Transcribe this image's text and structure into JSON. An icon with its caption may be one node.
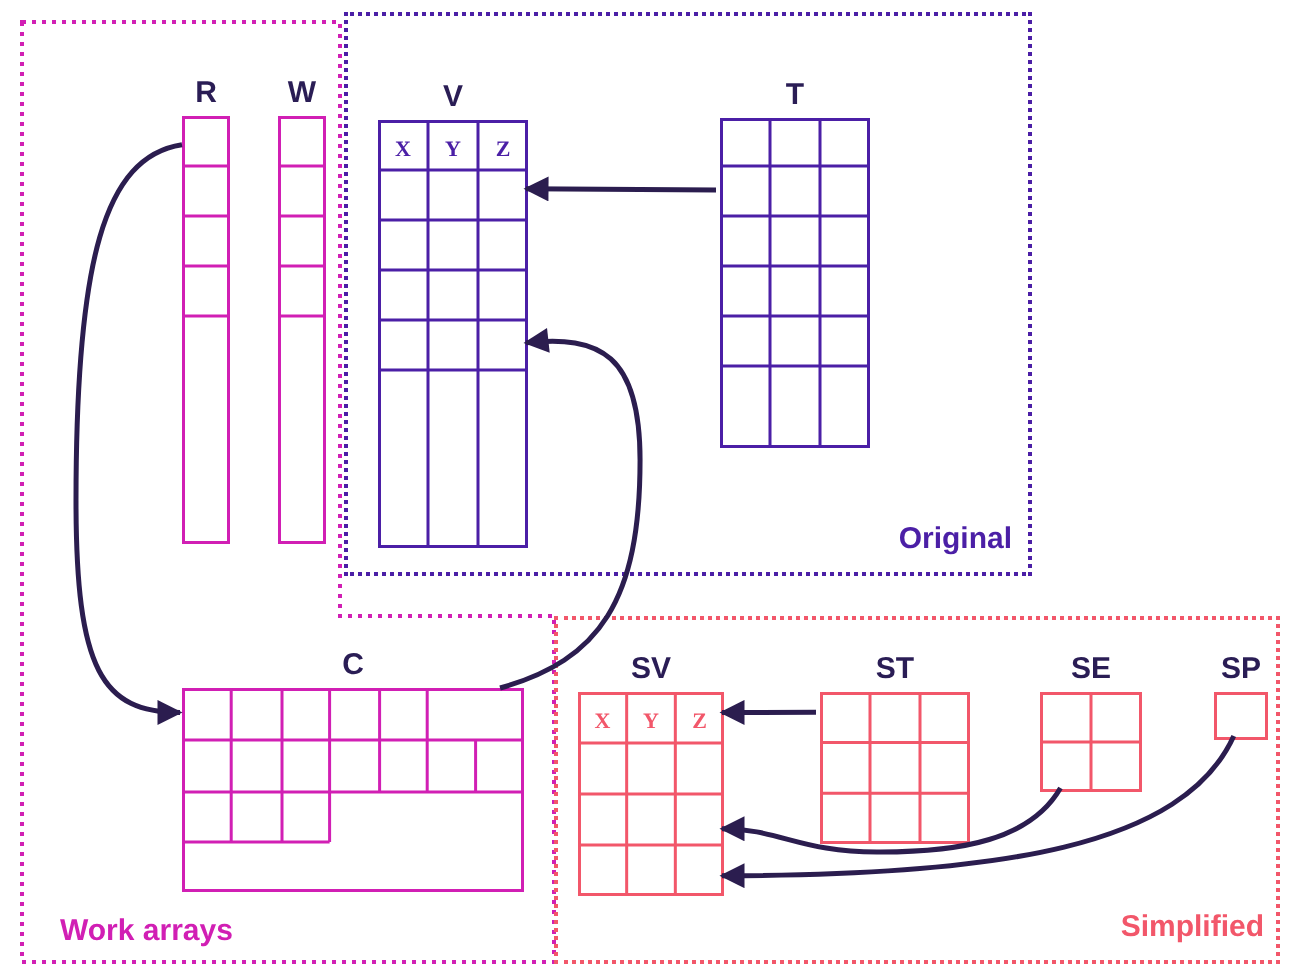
{
  "diagram": {
    "nodes": [
      {
        "text": [
          "Work arrays"
        ]
      },
      {
        "text": [
          "R"
        ],
        "in": 0
      },
      {
        "text": [
          "W"
        ],
        "in": 0
      },
      {
        "text": [
          "Original"
        ]
      },
      {
        "text": [
          "V",
          "X",
          "Y",
          "Z"
        ],
        "in": 3
      },
      {
        "text": [
          "T"
        ],
        "in": 3
      },
      {
        "text": [
          "C"
        ],
        "in": 0
      },
      {
        "text": [
          "Simplified"
        ]
      },
      {
        "text": [
          "SV",
          "X",
          "Y",
          "Z"
        ],
        "in": 7
      },
      {
        "text": [
          "ST"
        ],
        "in": 7
      },
      {
        "text": [
          "SE"
        ],
        "in": 7
      },
      {
        "text": [
          "SP"
        ],
        "in": 7
      }
    ],
    "edges": [
      {
        "from": 5,
        "to": 4,
        "arrow": "to"
      },
      {
        "from": 1,
        "to": 6,
        "arrow": "to"
      },
      {
        "from": 6,
        "to": 4,
        "arrow": "to"
      },
      {
        "from": 9,
        "to": 8,
        "arrow": "to"
      },
      {
        "from": 10,
        "to": 8,
        "arrow": "to"
      },
      {
        "from": 11,
        "to": 8,
        "arrow": "to"
      }
    ]
  }
}
